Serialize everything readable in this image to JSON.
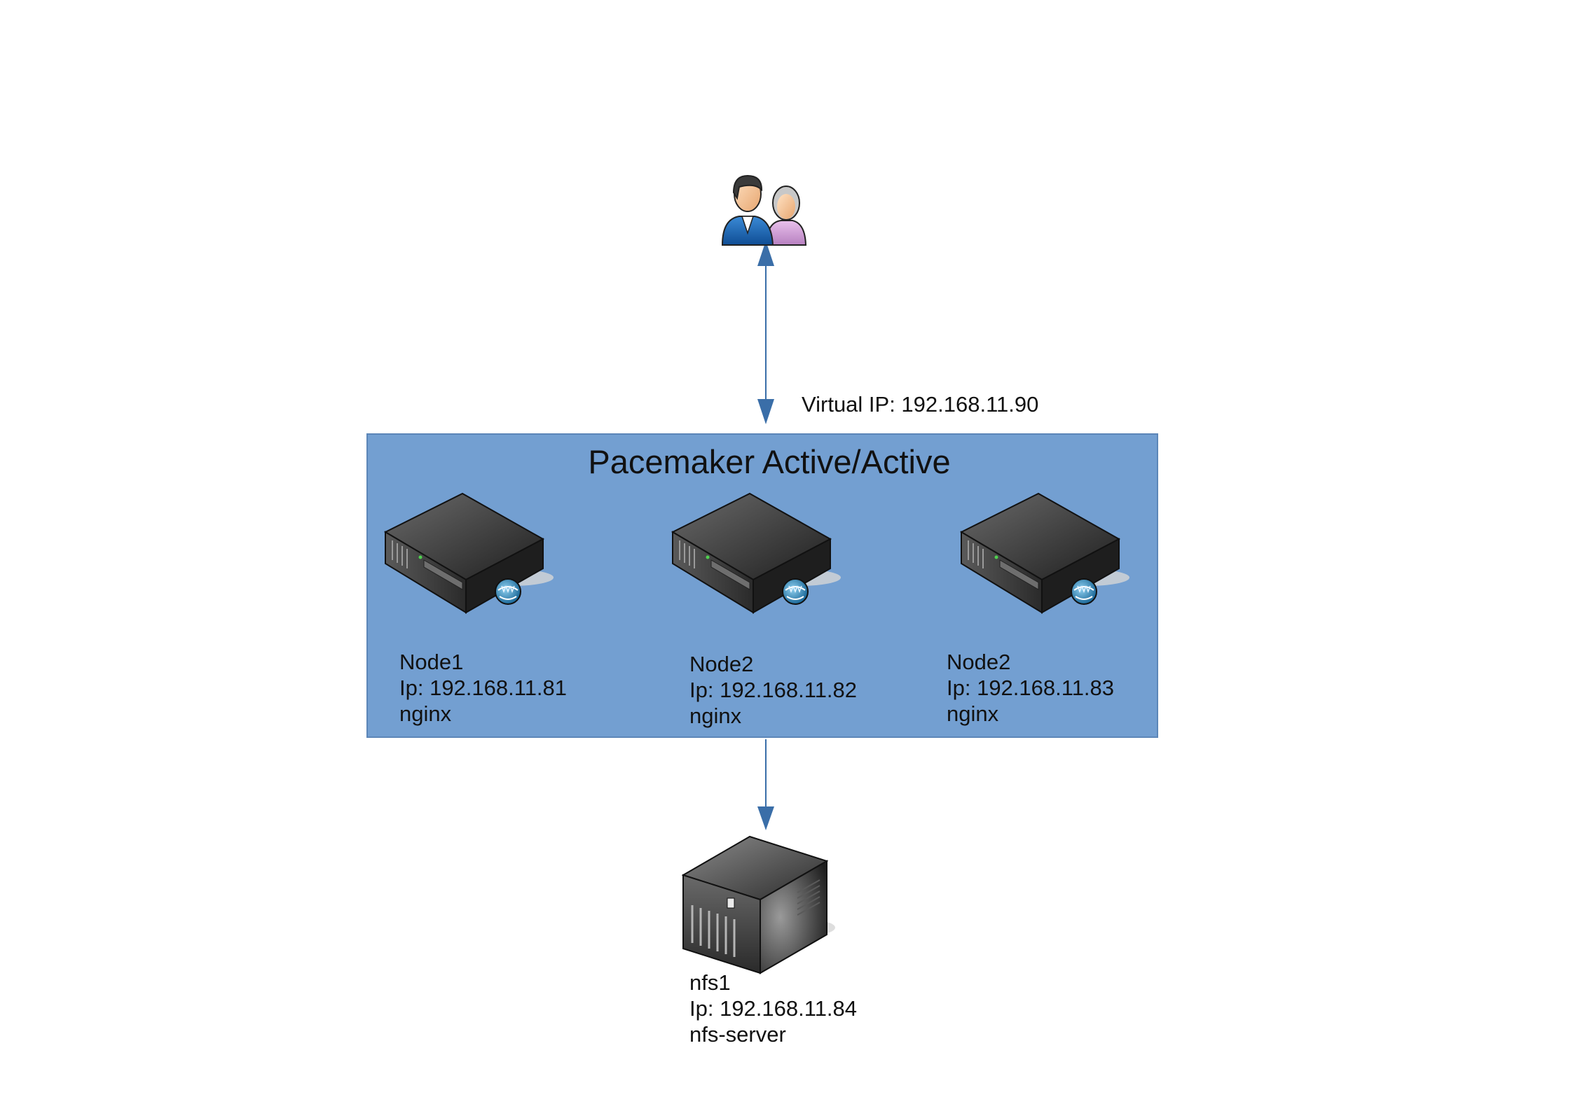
{
  "virtual_ip_label": "Virtual IP: 192.168.11.90",
  "cluster": {
    "title": "Pacemaker Active/Active",
    "nodes": [
      {
        "name": "Node1",
        "ip": "Ip: 192.168.11.81",
        "service": "nginx"
      },
      {
        "name": "Node2",
        "ip": "Ip: 192.168.11.82",
        "service": "nginx"
      },
      {
        "name": "Node2",
        "ip": "Ip: 192.168.11.83",
        "service": "nginx"
      }
    ]
  },
  "storage": {
    "name": "nfs1",
    "ip": "Ip: 192.168.11.84",
    "service": "nfs-server"
  },
  "icons": {
    "users": "users-icon",
    "web_server": "web-server-icon",
    "tower_server": "tower-server-icon"
  },
  "colors": {
    "cluster_fill": "#739fd1",
    "cluster_border": "#5c86b8",
    "connector": "#3a6ea8"
  }
}
